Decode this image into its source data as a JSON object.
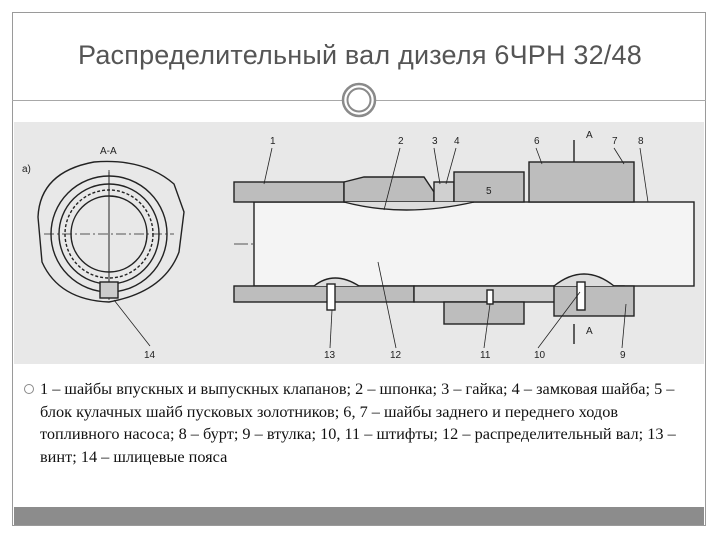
{
  "slide": {
    "title": "Распределительный вал дизеля 6ЧРН 32/48",
    "caption": "1 – шайбы впускных и выпускных клапанов; 2 – шпонка; 3 – гайка; 4 – замковая шайба; 5 – блок кулачных шайб пусковых золотников; 6, 7 – шайбы заднего и переднего ходов топливного насоса; 8 – бурт; 9 – втулка; 10, 11 – штифты; 12 – распределительный вал; 13 – винт; 14 – шлицевые пояса"
  },
  "figure": {
    "view_label": "а)",
    "section_label": "А-А",
    "section_marker": "А",
    "callouts_top": [
      "1",
      "2",
      "3",
      "4",
      "6",
      "7",
      "8"
    ],
    "callout_5": "5",
    "callouts_bottom": [
      "13",
      "12",
      "11",
      "10",
      "9"
    ],
    "callout_14": "14"
  },
  "colors": {
    "background": "#ffffff",
    "figure_bg": "#e8e8e8",
    "title_text": "#555555",
    "bar": "#8c8c8c"
  }
}
